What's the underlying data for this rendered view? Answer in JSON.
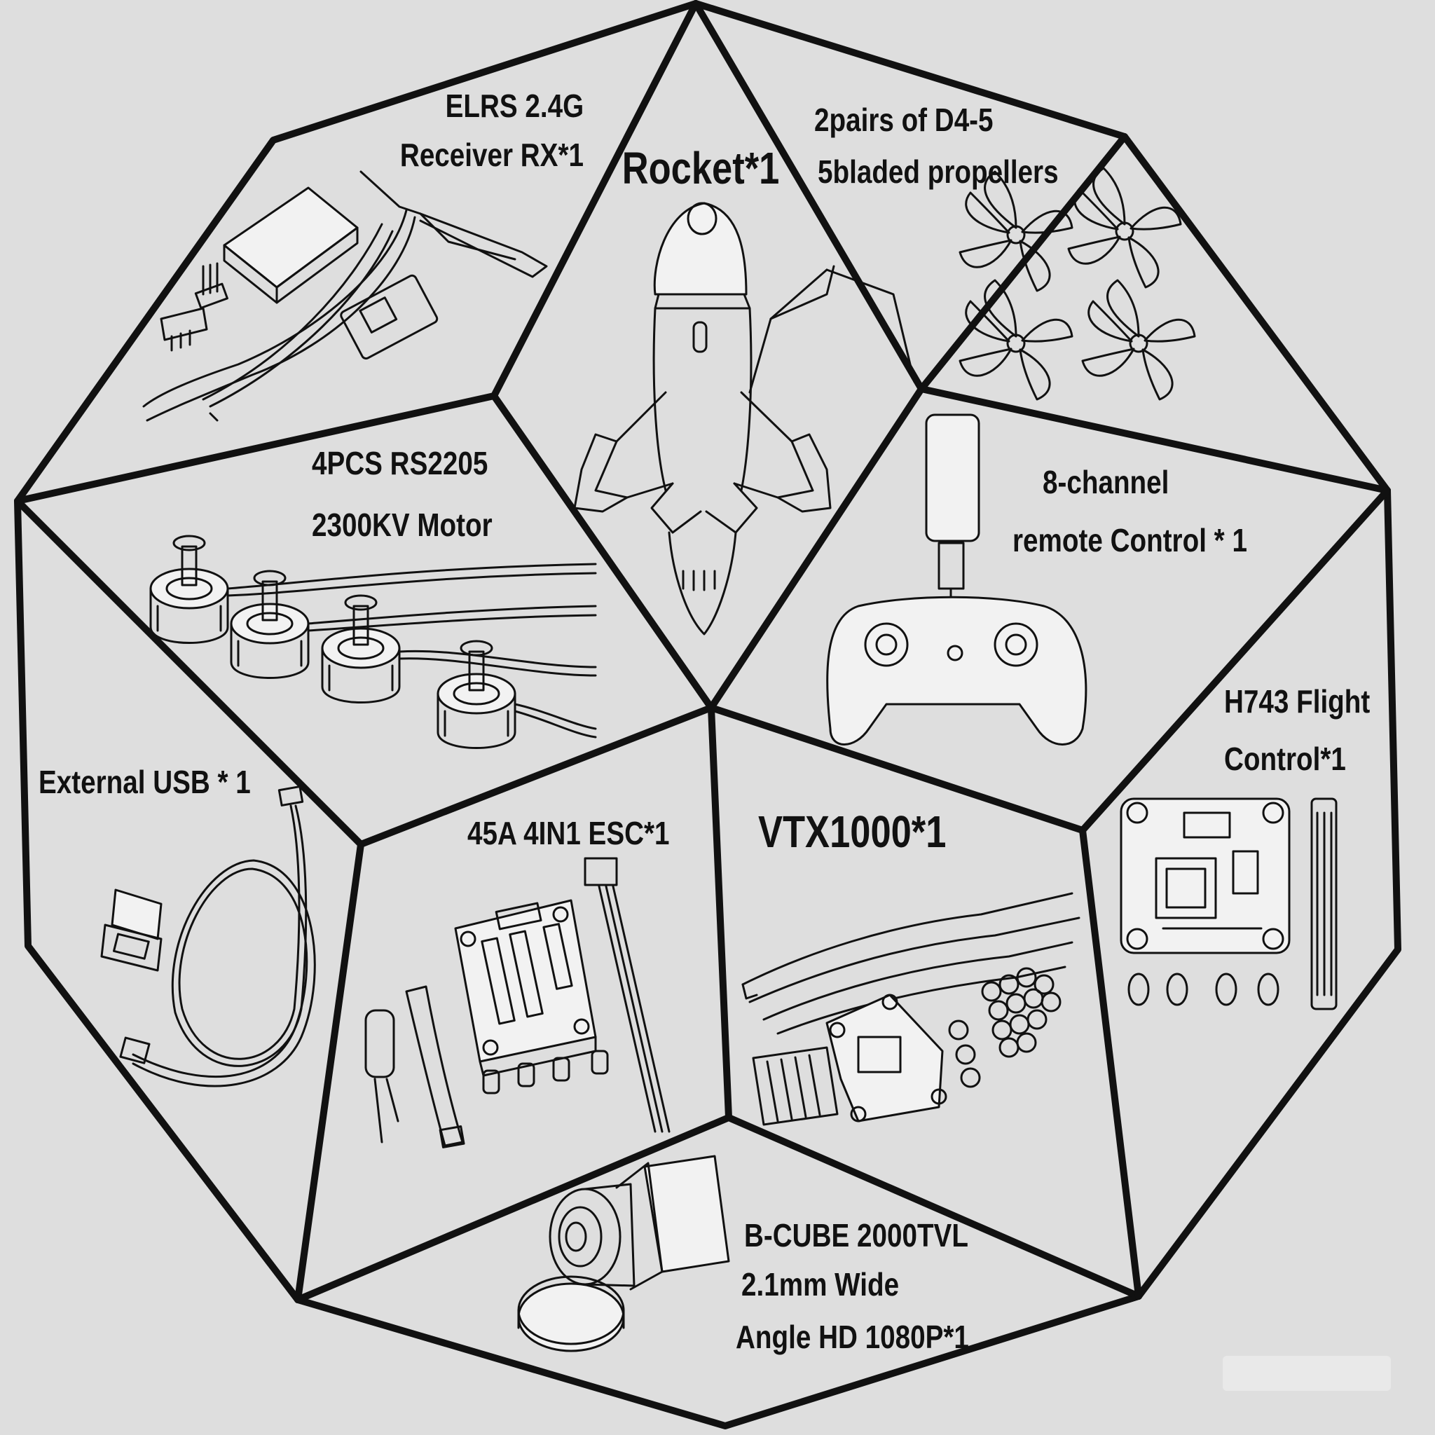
{
  "panels": {
    "receiver": {
      "line1": "ELRS 2.4G",
      "line2": "Receiver RX*1"
    },
    "rocket": {
      "label": "Rocket*1"
    },
    "propellers": {
      "line1": "2pairs of D4-5",
      "line2": "5bladed propellers"
    },
    "motor": {
      "line1": "4PCS RS2205",
      "line2": "2300KV Motor"
    },
    "remote": {
      "line1": "8-channel",
      "line2": "remote Control * 1"
    },
    "flight_control": {
      "line1": "H743 Flight",
      "line2": "Control*1"
    },
    "usb": {
      "label": "External USB * 1"
    },
    "esc": {
      "label": "45A 4IN1 ESC*1"
    },
    "vtx": {
      "label": "VTX1000*1"
    },
    "camera": {
      "line1": "B-CUBE 2000TVL",
      "line2": "2.1mm Wide",
      "line3": "Angle HD 1080P*1"
    }
  },
  "colors": {
    "background": "#dedede",
    "stroke": "#111111"
  }
}
